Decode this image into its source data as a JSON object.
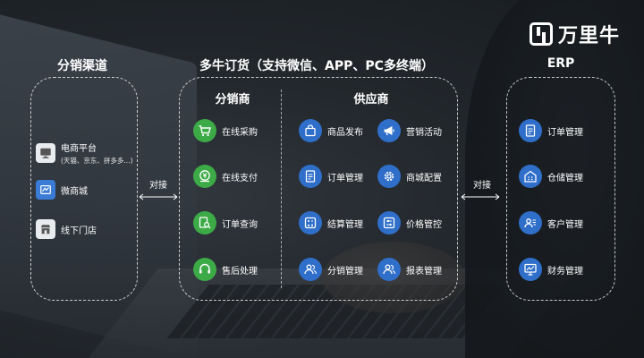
{
  "brand": {
    "logo_text": "万里牛"
  },
  "colors": {
    "green": "#3caa46",
    "blue": "#2f6fc9",
    "channel_blue": "#3a7bd5"
  },
  "channels": {
    "title": "分销渠道",
    "items": [
      {
        "label": "电商平台",
        "note": "(天猫、京东、拼多多...)",
        "icon": "monitor-icon"
      },
      {
        "label": "微商城",
        "icon": "storefront-icon"
      },
      {
        "label": "线下门店",
        "icon": "shop-icon"
      }
    ]
  },
  "ordering": {
    "title": "多牛订货（支持微信、APP、PC多终端）",
    "distributor": {
      "title": "分销商",
      "items": [
        {
          "label": "在线采购",
          "icon": "cart-icon"
        },
        {
          "label": "在线支付",
          "icon": "yen-coin-icon"
        },
        {
          "label": "订单查询",
          "icon": "search-doc-icon"
        },
        {
          "label": "售后处理",
          "icon": "headset-icon"
        }
      ]
    },
    "supplier": {
      "title": "供应商",
      "items": [
        {
          "label": "商品发布",
          "icon": "bag-icon"
        },
        {
          "label": "营销活动",
          "icon": "megaphone-icon"
        },
        {
          "label": "订单管理",
          "icon": "document-icon"
        },
        {
          "label": "商城配置",
          "icon": "gear-icon"
        },
        {
          "label": "结算管理",
          "icon": "calculator-icon"
        },
        {
          "label": "价格管控",
          "icon": "sliders-icon"
        },
        {
          "label": "分销管理",
          "icon": "users-icon"
        },
        {
          "label": "报表管理",
          "icon": "users-icon"
        }
      ]
    }
  },
  "erp": {
    "title": "ERP",
    "items": [
      {
        "label": "订单管理",
        "icon": "document-icon"
      },
      {
        "label": "仓储管理",
        "icon": "warehouse-icon"
      },
      {
        "label": "客户管理",
        "icon": "contact-card-icon"
      },
      {
        "label": "财务管理",
        "icon": "chart-screen-icon"
      }
    ]
  },
  "connectors": {
    "left": "对接",
    "right": "对接"
  }
}
